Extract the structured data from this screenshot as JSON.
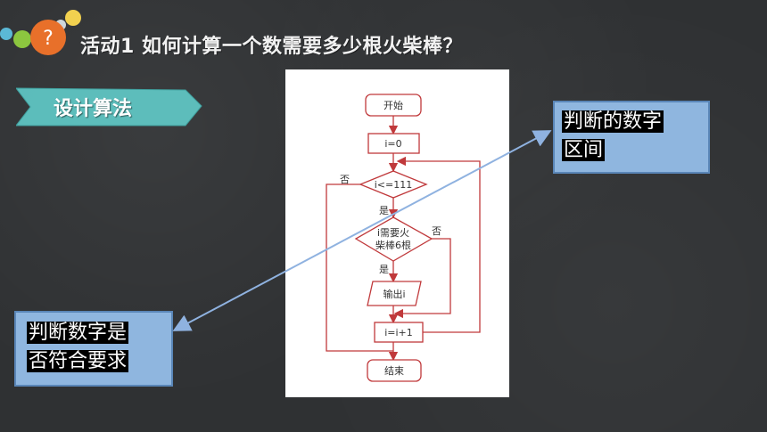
{
  "header": {
    "help_icon_glyph": "?",
    "title": "活动1 如何计算一个数需要多少根火柴棒？"
  },
  "section": {
    "label": "设计算法"
  },
  "flowchart": {
    "start": "开始",
    "init": "i=0",
    "condition1": "i<=111",
    "condition2_line1": "i需要火",
    "condition2_line2": "柴棒6根",
    "output": "输出i",
    "increment": "i=i+1",
    "end": "结束",
    "yes1": "是",
    "no1": "否",
    "yes2": "是",
    "no2": "否"
  },
  "callouts": {
    "interval_line1": "判断的数字",
    "interval_line2": "区间",
    "check_line1": "判断数字是",
    "check_line2": "否符合要求"
  },
  "colors": {
    "flow_stroke": "#c0393b",
    "callout_fill": "#8fb6df",
    "arrow": "#8fb2e0",
    "banner": "#5fc4c2"
  }
}
